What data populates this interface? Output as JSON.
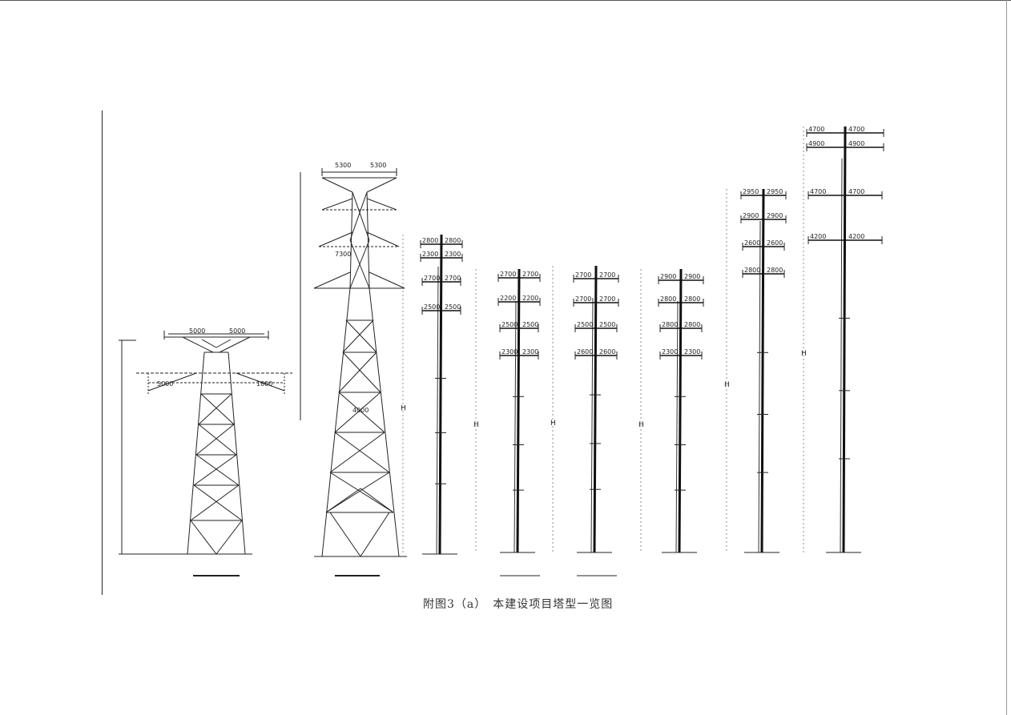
{
  "caption": "附图3（a）　本建设项目塔型一览图",
  "towers": [
    {
      "id": "t1",
      "label": "",
      "base_width": "",
      "dims": [
        "5000",
        "5000",
        "5000",
        "1800"
      ]
    },
    {
      "id": "t2",
      "label": "",
      "base_width": "",
      "dims": [
        "5300",
        "5300",
        "7300",
        "4000"
      ]
    },
    {
      "id": "t3",
      "label": "",
      "base_width": "",
      "top": "",
      "dims": [
        "2800",
        "2800",
        "2300",
        "2300",
        "2700",
        "2700",
        "2500",
        "2500"
      ]
    },
    {
      "id": "t4",
      "label": "",
      "base_width": "",
      "top": "",
      "dims": [
        "2700",
        "2700",
        "2200",
        "2200",
        "2500",
        "2500",
        "2300",
        "2300"
      ]
    },
    {
      "id": "t5",
      "label": "",
      "base_width": "",
      "top": "",
      "dims": [
        "2700",
        "2700",
        "2700",
        "2700",
        "2500",
        "2500",
        "2600",
        "2600"
      ]
    },
    {
      "id": "t6",
      "label": "",
      "base_width": "",
      "top": "",
      "dims": [
        "2900",
        "2900",
        "2800",
        "2800",
        "2800",
        "2800",
        "2300",
        "2300"
      ]
    },
    {
      "id": "t7",
      "label": "",
      "base_width": "",
      "top": "",
      "dims": [
        "2950",
        "2950",
        "2900",
        "2900",
        "2600",
        "2600",
        "2800",
        "2800"
      ]
    },
    {
      "id": "t8",
      "label": "",
      "base_width": "",
      "top": "",
      "dims": [
        "4700",
        "4700",
        "4900",
        "4900",
        "4700",
        "4700",
        "4200",
        "4200"
      ]
    }
  ],
  "h_symbol": "H"
}
